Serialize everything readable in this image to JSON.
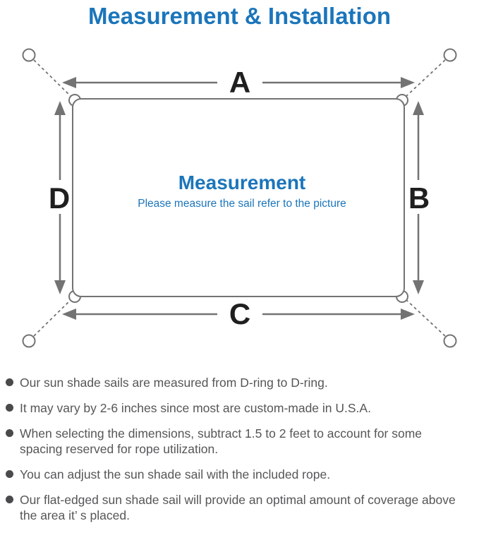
{
  "title": "Measurement & Installation",
  "diagram": {
    "labels": {
      "top": "A",
      "right": "B",
      "bottom": "C",
      "left": "D"
    },
    "center_title": "Measurement",
    "center_subtitle": "Please measure the sail refer to the picture"
  },
  "bullets": [
    {
      "text": "Our sun shade sails are measured from D-ring to D-ring."
    },
    {
      "text": "It may vary by 2-6 inches since most are custom-made in U.S.A."
    },
    {
      "text": "When selecting the dimensions, subtract 1.5 to 2 feet to account for some spacing reserved for rope utilization."
    },
    {
      "text": "You can adjust the sun shade sail with the included rope."
    },
    {
      "text": "Our flat-edged sun shade sail will provide an optimal amount of coverage above the area it’ s placed."
    }
  ],
  "colors": {
    "accent_blue": "#1b75bb",
    "diagram_line_gray": "#737373",
    "label_black": "#1f1f1f",
    "body_text_gray": "#565658",
    "bullet_dot_gray": "#4a4a4c",
    "background": "#ffffff"
  }
}
